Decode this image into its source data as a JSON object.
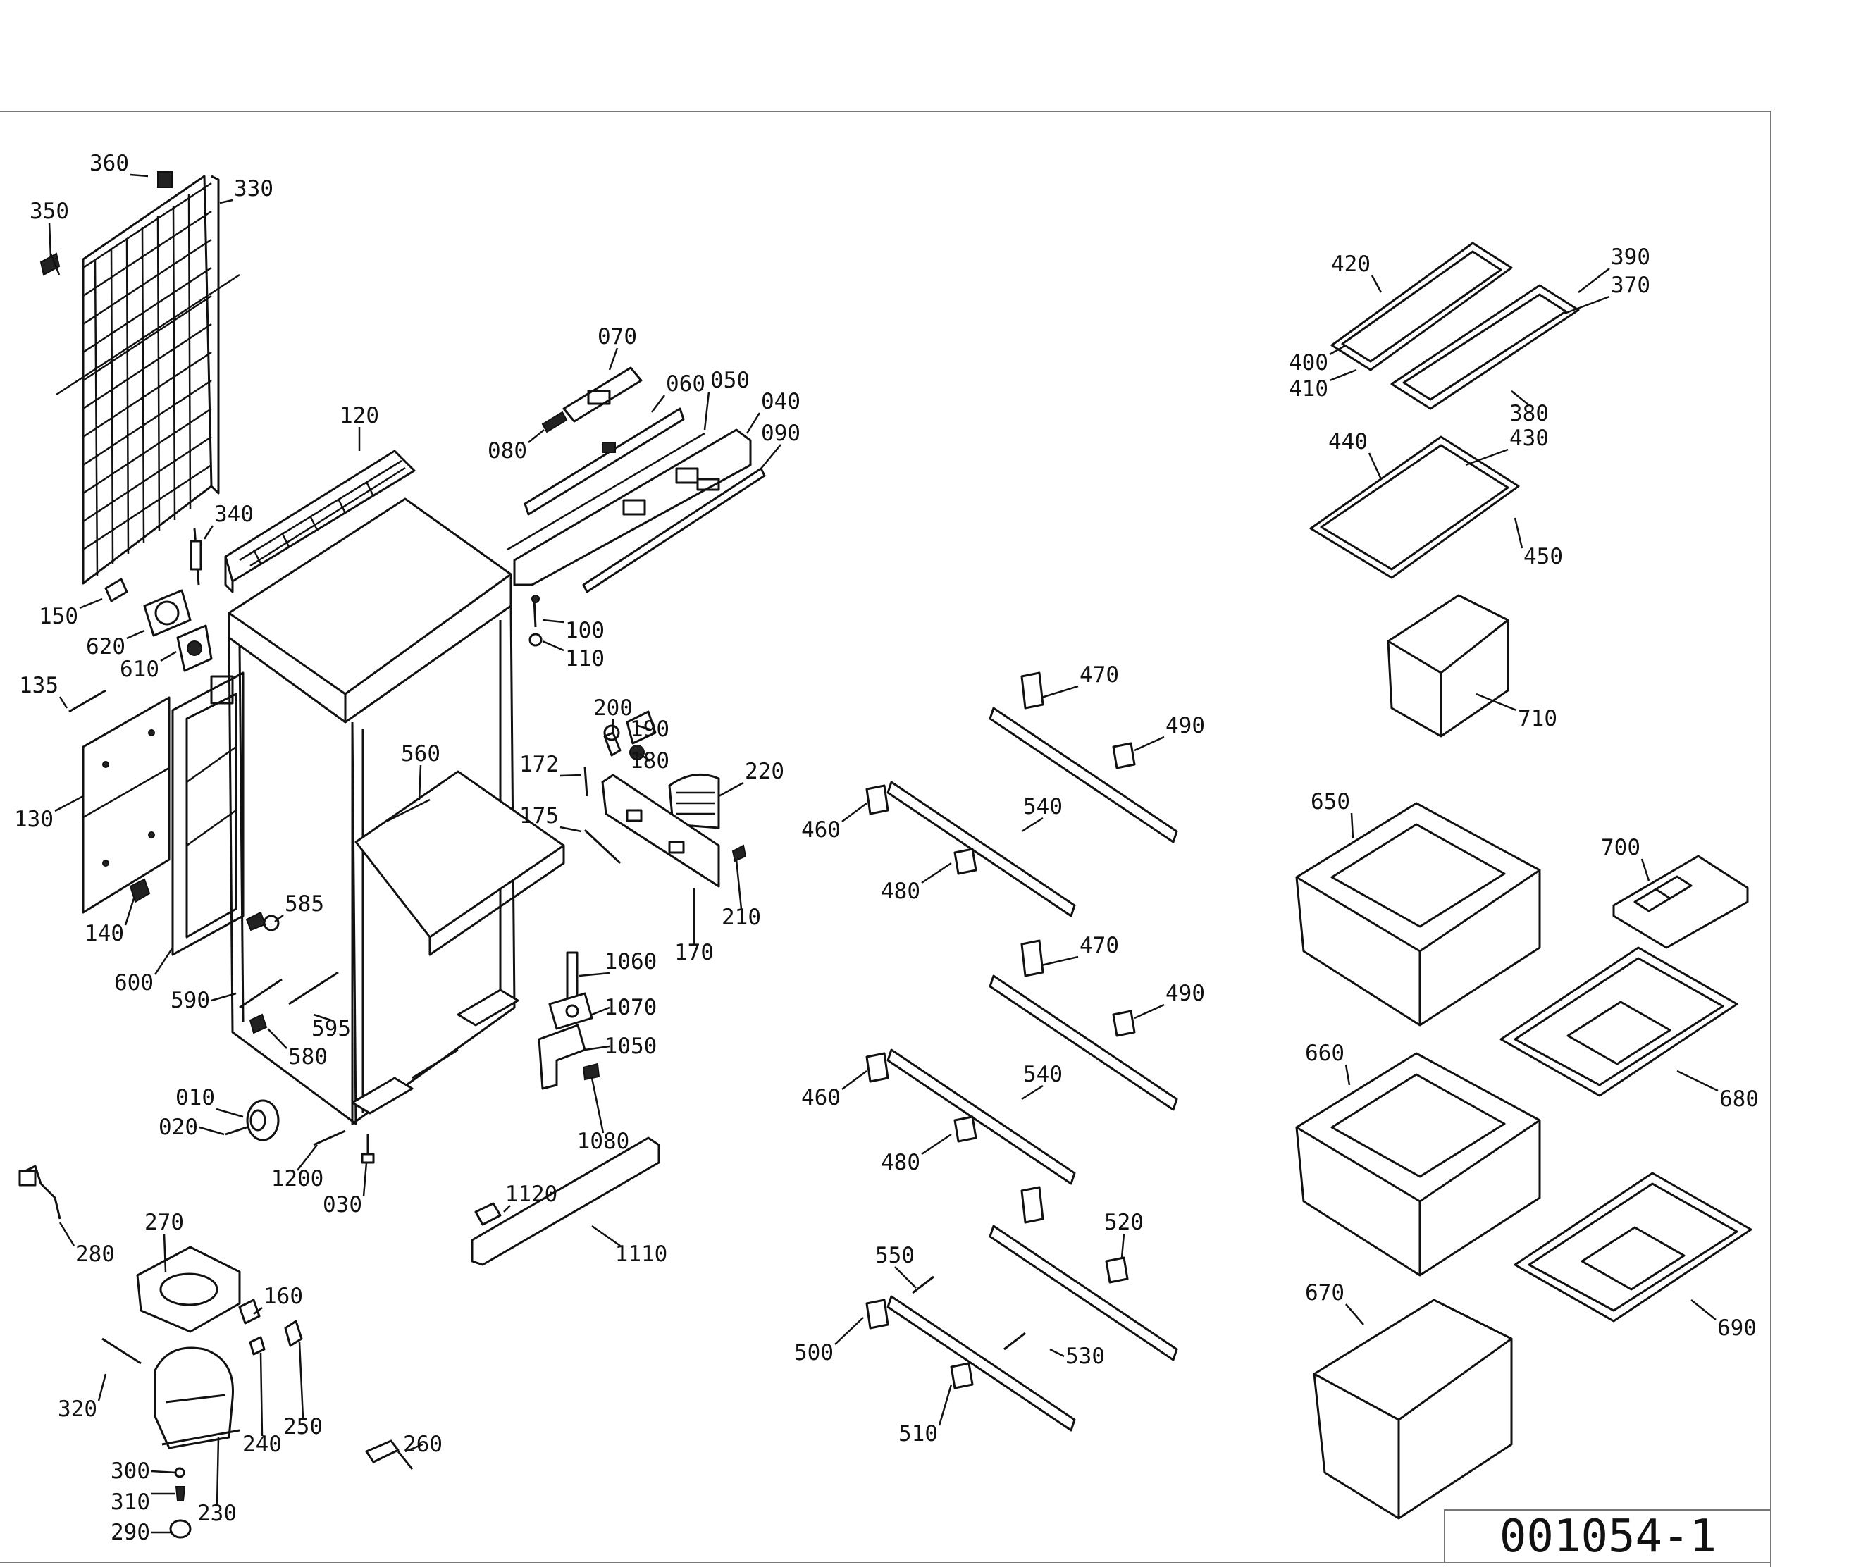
{
  "drawing_number": "001054-1",
  "callouts": [
    {
      "label": "360"
    },
    {
      "label": "330"
    },
    {
      "label": "350"
    },
    {
      "label": "120"
    },
    {
      "label": "340"
    },
    {
      "label": "150"
    },
    {
      "label": "620"
    },
    {
      "label": "610"
    },
    {
      "label": "135"
    },
    {
      "label": "130"
    },
    {
      "label": "140"
    },
    {
      "label": "600"
    },
    {
      "label": "590"
    },
    {
      "label": "585"
    },
    {
      "label": "595"
    },
    {
      "label": "580"
    },
    {
      "label": "560"
    },
    {
      "label": "070"
    },
    {
      "label": "060"
    },
    {
      "label": "050"
    },
    {
      "label": "040"
    },
    {
      "label": "090"
    },
    {
      "label": "080"
    },
    {
      "label": "100"
    },
    {
      "label": "110"
    },
    {
      "label": "200"
    },
    {
      "label": "190"
    },
    {
      "label": "180"
    },
    {
      "label": "172"
    },
    {
      "label": "220"
    },
    {
      "label": "175"
    },
    {
      "label": "170"
    },
    {
      "label": "210"
    },
    {
      "label": "1060"
    },
    {
      "label": "1070"
    },
    {
      "label": "1050"
    },
    {
      "label": "1080"
    },
    {
      "label": "010"
    },
    {
      "label": "020"
    },
    {
      "label": "1200"
    },
    {
      "label": "030"
    },
    {
      "label": "1120"
    },
    {
      "label": "1110"
    },
    {
      "label": "270"
    },
    {
      "label": "280"
    },
    {
      "label": "160"
    },
    {
      "label": "320"
    },
    {
      "label": "240"
    },
    {
      "label": "250"
    },
    {
      "label": "300"
    },
    {
      "label": "310"
    },
    {
      "label": "230"
    },
    {
      "label": "290"
    },
    {
      "label": "260"
    },
    {
      "label": "470"
    },
    {
      "label": "490"
    },
    {
      "label": "540"
    },
    {
      "label": "460"
    },
    {
      "label": "480"
    },
    {
      "label": "470"
    },
    {
      "label": "490"
    },
    {
      "label": "540"
    },
    {
      "label": "460"
    },
    {
      "label": "480"
    },
    {
      "label": "520"
    },
    {
      "label": "550"
    },
    {
      "label": "500"
    },
    {
      "label": "530"
    },
    {
      "label": "510"
    },
    {
      "label": "420"
    },
    {
      "label": "390"
    },
    {
      "label": "370"
    },
    {
      "label": "400"
    },
    {
      "label": "410"
    },
    {
      "label": "380"
    },
    {
      "label": "430"
    },
    {
      "label": "440"
    },
    {
      "label": "450"
    },
    {
      "label": "710"
    },
    {
      "label": "650"
    },
    {
      "label": "700"
    },
    {
      "label": "680"
    },
    {
      "label": "660"
    },
    {
      "label": "670"
    },
    {
      "label": "690"
    }
  ]
}
